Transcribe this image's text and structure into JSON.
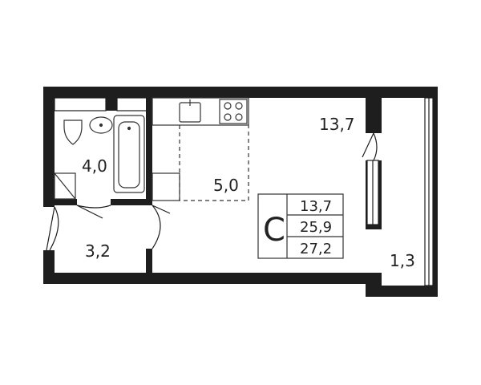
{
  "rooms": {
    "bathroom": "4,0",
    "kitchen": "5,0",
    "living": "13,7",
    "hall": "3,2",
    "balcony": "1,3"
  },
  "summary": {
    "type_letter": "C",
    "rows": [
      "13,7",
      "25,9",
      "27,2"
    ]
  },
  "colors": {
    "wall": "#1e1e1e",
    "line": "#333333",
    "background": "#ffffff"
  }
}
